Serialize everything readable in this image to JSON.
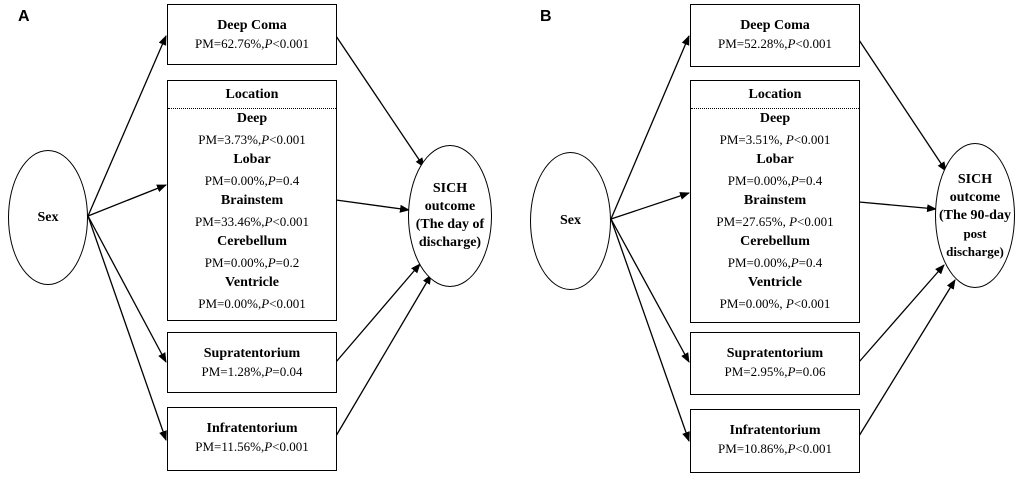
{
  "panels": [
    {
      "label": "A",
      "sex": "Sex",
      "outcome": [
        "SICH",
        "outcome",
        "(The day of",
        "discharge)"
      ],
      "deep_coma": {
        "title": "Deep Coma",
        "pm": "PM=62.76%,",
        "p": "P",
        "pval": "<0.001"
      },
      "location": {
        "title": "Location",
        "items": [
          {
            "name": "Deep",
            "pm": "PM=3.73%,",
            "p": "P",
            "pval": "<0.001"
          },
          {
            "name": "Lobar",
            "pm": "PM=0.00%,",
            "p": "P",
            "pval": "=0.4"
          },
          {
            "name": "Brainstem",
            "pm": "PM=33.46%,",
            "p": "P",
            "pval": "<0.001"
          },
          {
            "name": "Cerebellum",
            "pm": "PM=0.00%,",
            "p": "P",
            "pval": "=0.2"
          },
          {
            "name": "Ventricle",
            "pm": "PM=0.00%,",
            "p": "P",
            "pval": "<0.001"
          }
        ]
      },
      "supratentorium": {
        "title": "Supratentorium",
        "pm": "PM=1.28%,",
        "p": "P",
        "pval": "=0.04"
      },
      "infratentorium": {
        "title": "Infratentorium",
        "pm": "PM=11.56%,",
        "p": "P",
        "pval": "<0.001"
      }
    },
    {
      "label": "B",
      "sex": "Sex",
      "outcome": [
        "SICH",
        "outcome",
        "(The 90-day",
        "post discharge)"
      ],
      "deep_coma": {
        "title": "Deep Coma",
        "pm": "PM=52.28%,",
        "p": "P",
        "pval": "<0.001"
      },
      "location": {
        "title": "Location",
        "items": [
          {
            "name": "Deep",
            "pm": "PM=3.51%, ",
            "p": "P",
            "pval": "<0.001"
          },
          {
            "name": "Lobar",
            "pm": "PM=0.00%,",
            "p": "P",
            "pval": "=0.4"
          },
          {
            "name": "Brainstem",
            "pm": "PM=27.65%, ",
            "p": "P",
            "pval": "<0.001"
          },
          {
            "name": "Cerebellum",
            "pm": "PM=0.00%,",
            "p": "P",
            "pval": "=0.4"
          },
          {
            "name": "Ventricle",
            "pm": "PM=0.00%, ",
            "p": "P",
            "pval": "<0.001"
          }
        ]
      },
      "supratentorium": {
        "title": "Supratentorium",
        "pm": "PM=2.95%,",
        "p": "P",
        "pval": "=0.06"
      },
      "infratentorium": {
        "title": "Infratentorium",
        "pm": "PM=10.86%,",
        "p": "P",
        "pval": "<0.001"
      }
    }
  ]
}
